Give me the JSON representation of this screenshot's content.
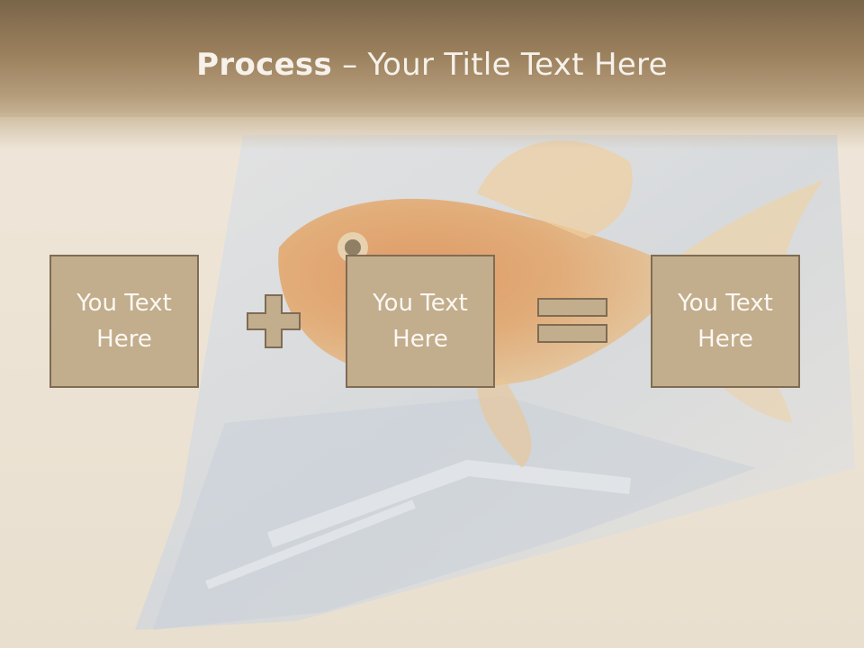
{
  "title": {
    "bold": "Process",
    "rest": " – Your Title Text Here"
  },
  "boxes": [
    {
      "text": "You Text Here"
    },
    {
      "text": "You Text Here"
    },
    {
      "text": "You Text Here"
    }
  ],
  "operators": [
    "plus-icon",
    "equals-icon"
  ],
  "colors": {
    "header": "#9a7f5c",
    "box_fill": "#c2ad8c",
    "box_border": "#7f6c55",
    "text_light": "#fbf8f3",
    "background": "#efe7dc"
  },
  "background_image": "goldfish-in-bag-icon"
}
